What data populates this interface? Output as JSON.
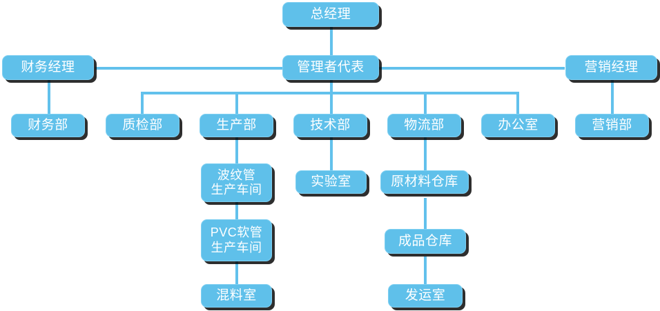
{
  "diagram": {
    "type": "organizational-chart",
    "title": "",
    "colors": {
      "node_fill": "#5fc0ea",
      "node_border": "#7fd0f2",
      "node_text": "#ffffff",
      "connector": "#62c1ec",
      "shadow": "#000000",
      "background": "#ffffff"
    },
    "levels": [
      {
        "level": 1,
        "nodes": [
          "top"
        ]
      },
      {
        "level": 2,
        "nodes": [
          "finance_manager",
          "management_rep",
          "marketing_manager"
        ]
      },
      {
        "level": 3,
        "nodes": [
          "finance_dept",
          "qc_dept",
          "production_dept",
          "technical_dept",
          "logistics_dept",
          "office",
          "marketing_dept"
        ]
      },
      {
        "level": 4,
        "nodes": [
          "corrugated_workshop",
          "laboratory",
          "raw_material_warehouse"
        ]
      },
      {
        "level": 5,
        "nodes": [
          "pvc_workshop",
          "finished_goods_warehouse"
        ]
      },
      {
        "level": 6,
        "nodes": [
          "mixing_room",
          "shipping_room"
        ]
      }
    ],
    "edges": [
      {
        "from": "top",
        "to": "management_rep"
      },
      {
        "from": "management_rep",
        "to": "finance_manager"
      },
      {
        "from": "management_rep",
        "to": "marketing_manager"
      },
      {
        "from": "finance_manager",
        "to": "finance_dept"
      },
      {
        "from": "marketing_manager",
        "to": "marketing_dept"
      },
      {
        "from": "management_rep",
        "to": "qc_dept"
      },
      {
        "from": "management_rep",
        "to": "production_dept"
      },
      {
        "from": "management_rep",
        "to": "technical_dept"
      },
      {
        "from": "management_rep",
        "to": "logistics_dept"
      },
      {
        "from": "management_rep",
        "to": "office"
      },
      {
        "from": "production_dept",
        "to": "corrugated_workshop"
      },
      {
        "from": "corrugated_workshop",
        "to": "pvc_workshop"
      },
      {
        "from": "pvc_workshop",
        "to": "mixing_room"
      },
      {
        "from": "technical_dept",
        "to": "laboratory"
      },
      {
        "from": "logistics_dept",
        "to": "raw_material_warehouse"
      },
      {
        "from": "raw_material_warehouse",
        "to": "finished_goods_warehouse"
      },
      {
        "from": "finished_goods_warehouse",
        "to": "shipping_room"
      }
    ]
  },
  "nodes": {
    "top": {
      "label": "总经理"
    },
    "finance_manager": {
      "label": "财务经理"
    },
    "management_rep": {
      "label": "管理者代表"
    },
    "marketing_manager": {
      "label": "营销经理"
    },
    "finance_dept": {
      "label": "财务部"
    },
    "qc_dept": {
      "label": "质检部"
    },
    "production_dept": {
      "label": "生产部"
    },
    "technical_dept": {
      "label": "技术部"
    },
    "logistics_dept": {
      "label": "物流部"
    },
    "office": {
      "label": "办公室"
    },
    "marketing_dept": {
      "label": "营销部"
    },
    "corrugated_workshop": {
      "label": "波纹管\n生产车间"
    },
    "pvc_workshop": {
      "label": "PVC软管\n生产车间"
    },
    "mixing_room": {
      "label": "混料室"
    },
    "laboratory": {
      "label": "实验室"
    },
    "raw_material_warehouse": {
      "label": "原材料仓库"
    },
    "finished_goods_warehouse": {
      "label": "成品仓库"
    },
    "shipping_room": {
      "label": "发运室"
    }
  }
}
